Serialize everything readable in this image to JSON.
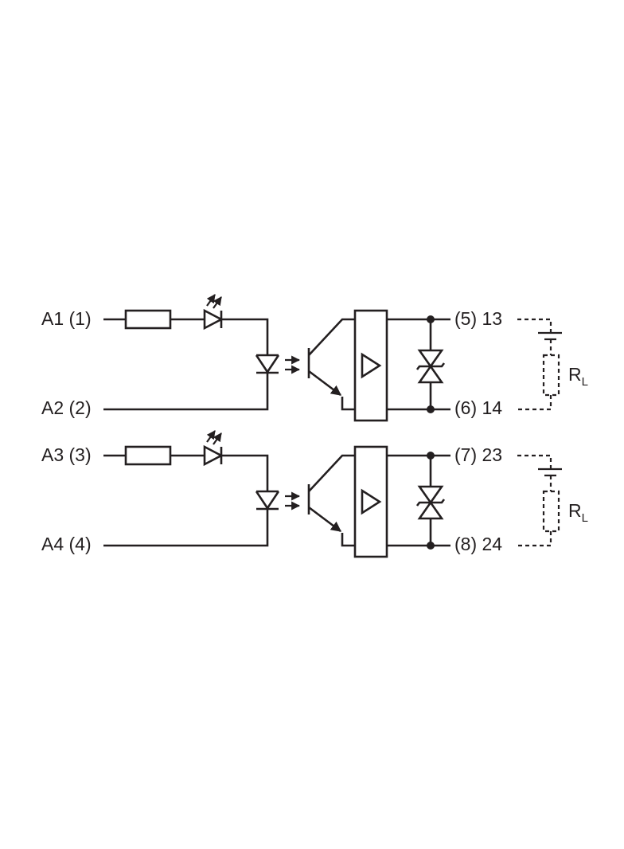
{
  "diagram": {
    "channels": [
      {
        "input_top": "A1 (1)",
        "input_bottom": "A2 (2)",
        "output_top": "(5) 13",
        "output_bottom": "(6) 14",
        "load": {
          "main": "R",
          "sub": "L"
        }
      },
      {
        "input_top": "A3 (3)",
        "input_bottom": "A4 (4)",
        "output_top": "(7) 23",
        "output_bottom": "(8) 24",
        "load": {
          "main": "R",
          "sub": "L"
        }
      }
    ],
    "colors": {
      "ink": "#231f20",
      "background": "#ffffff"
    }
  }
}
